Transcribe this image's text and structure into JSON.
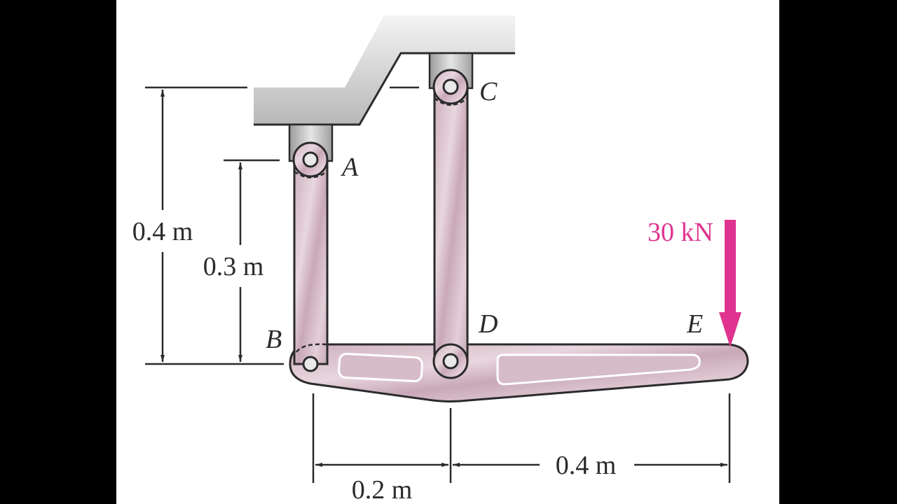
{
  "figure": {
    "points": {
      "A": "A",
      "B": "B",
      "C": "C",
      "D": "D",
      "E": "E"
    },
    "dimensions": {
      "height_C_to_BDE": "0.4 m",
      "height_A_to_BDE": "0.3 m",
      "span_BD": "0.2 m",
      "span_DE": "0.4 m"
    },
    "load": {
      "label": "30 kN",
      "at": "E",
      "direction": "downward"
    },
    "colors": {
      "member_fill": "#d9bfcb",
      "member_stroke": "#2b2b2b",
      "support_fill": "#c9c9c9",
      "force": "#e0338f"
    }
  }
}
